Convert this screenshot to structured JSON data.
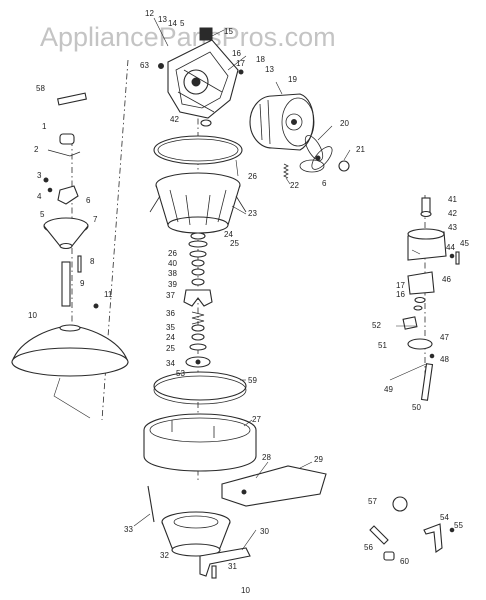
{
  "watermark": "AppliancePartsPros.com",
  "part_labels": [
    {
      "id": "l12a",
      "text": "12"
    },
    {
      "id": "l13a",
      "text": "13"
    },
    {
      "id": "l14",
      "text": "14"
    },
    {
      "id": "l5a",
      "text": "5"
    },
    {
      "id": "l15",
      "text": "15"
    },
    {
      "id": "l63a",
      "text": "63"
    },
    {
      "id": "l16a",
      "text": "16"
    },
    {
      "id": "l17a",
      "text": "17"
    },
    {
      "id": "l18",
      "text": "18"
    },
    {
      "id": "l13b",
      "text": "13"
    },
    {
      "id": "l19",
      "text": "19"
    },
    {
      "id": "l58",
      "text": "58"
    },
    {
      "id": "l42a",
      "text": "42"
    },
    {
      "id": "l20",
      "text": "20"
    },
    {
      "id": "l21",
      "text": "21"
    },
    {
      "id": "l1",
      "text": "1"
    },
    {
      "id": "l2",
      "text": "2"
    },
    {
      "id": "l26a",
      "text": "26"
    },
    {
      "id": "l22",
      "text": "22"
    },
    {
      "id": "l6a",
      "text": "6"
    },
    {
      "id": "l3",
      "text": "3"
    },
    {
      "id": "l4",
      "text": "4"
    },
    {
      "id": "l5b",
      "text": "5"
    },
    {
      "id": "l6b",
      "text": "6"
    },
    {
      "id": "l7",
      "text": "7"
    },
    {
      "id": "l23",
      "text": "23"
    },
    {
      "id": "l24a",
      "text": "24"
    },
    {
      "id": "l25a",
      "text": "25"
    },
    {
      "id": "l41",
      "text": "41"
    },
    {
      "id": "l42b",
      "text": "42"
    },
    {
      "id": "l43",
      "text": "43"
    },
    {
      "id": "l44",
      "text": "44"
    },
    {
      "id": "l45",
      "text": "45"
    },
    {
      "id": "l8",
      "text": "8"
    },
    {
      "id": "l9",
      "text": "9"
    },
    {
      "id": "l26b",
      "text": "26"
    },
    {
      "id": "l40",
      "text": "40"
    },
    {
      "id": "l38a",
      "text": "38"
    },
    {
      "id": "l39",
      "text": "39"
    },
    {
      "id": "l37",
      "text": "37"
    },
    {
      "id": "l46",
      "text": "46"
    },
    {
      "id": "l17b",
      "text": "17"
    },
    {
      "id": "l16b",
      "text": "16"
    },
    {
      "id": "l11",
      "text": "11"
    },
    {
      "id": "l10a",
      "text": "10"
    },
    {
      "id": "l36",
      "text": "36"
    },
    {
      "id": "l35",
      "text": "35"
    },
    {
      "id": "l24b",
      "text": "24"
    },
    {
      "id": "l25b",
      "text": "25"
    },
    {
      "id": "l34",
      "text": "34"
    },
    {
      "id": "l52",
      "text": "52"
    },
    {
      "id": "l51",
      "text": "51"
    },
    {
      "id": "l47",
      "text": "47"
    },
    {
      "id": "l48",
      "text": "48"
    },
    {
      "id": "l53",
      "text": "53"
    },
    {
      "id": "l59",
      "text": "59"
    },
    {
      "id": "l49",
      "text": "49"
    },
    {
      "id": "l50",
      "text": "50"
    },
    {
      "id": "l27",
      "text": "27"
    },
    {
      "id": "l28",
      "text": "28"
    },
    {
      "id": "l29",
      "text": "29"
    },
    {
      "id": "l57",
      "text": "57"
    },
    {
      "id": "l54",
      "text": "54"
    },
    {
      "id": "l55",
      "text": "55"
    },
    {
      "id": "l33",
      "text": "33"
    },
    {
      "id": "l30",
      "text": "30"
    },
    {
      "id": "l32",
      "text": "32"
    },
    {
      "id": "l56",
      "text": "56"
    },
    {
      "id": "l60",
      "text": "60"
    },
    {
      "id": "l31",
      "text": "31"
    },
    {
      "id": "l10b",
      "text": "10"
    }
  ]
}
